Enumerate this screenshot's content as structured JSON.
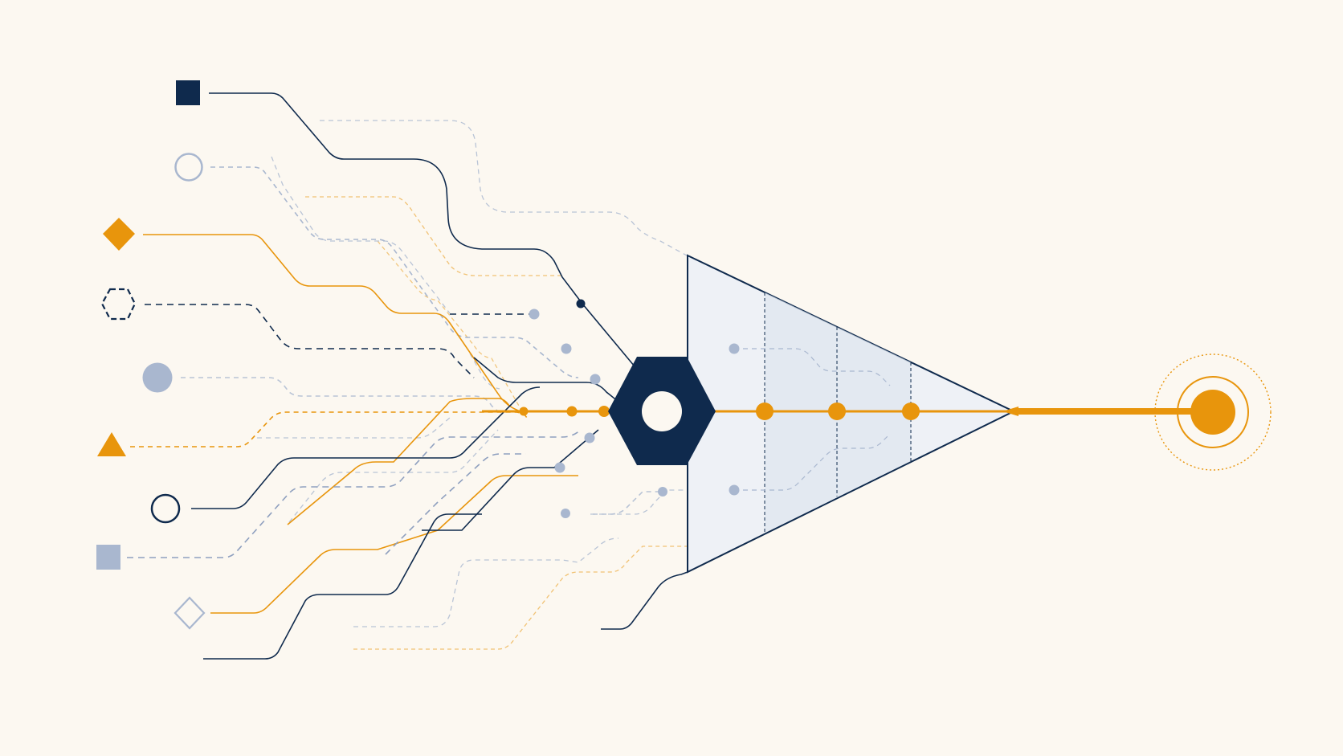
{
  "colors": {
    "background": "#fcf8f1",
    "navy": "#0f2a4d",
    "orange": "#e8950c",
    "light_blue": "#a9b7cf",
    "pale_blue": "#b9c4d6",
    "funnel_fill": "#eef1f6",
    "funnel_band": "#dfe5ef"
  },
  "inputs": [
    {
      "icon": "filled-square-icon",
      "color": "navy"
    },
    {
      "icon": "outline-circle-icon",
      "color": "light_blue"
    },
    {
      "icon": "filled-diamond-icon",
      "color": "orange"
    },
    {
      "icon": "dashed-hexagon-icon",
      "color": "navy"
    },
    {
      "icon": "filled-circle-icon",
      "color": "light_blue"
    },
    {
      "icon": "filled-triangle-icon",
      "color": "orange"
    },
    {
      "icon": "outline-circle-icon",
      "color": "navy"
    },
    {
      "icon": "filled-square-icon",
      "color": "light_blue"
    },
    {
      "icon": "outline-diamond-icon",
      "color": "light_blue"
    }
  ],
  "hub": {
    "icon": "hexagon-hub-icon",
    "color": "navy"
  },
  "funnel": {
    "icon": "funnel-triangle-icon",
    "stages": 3
  },
  "output": {
    "icon": "target-output-icon",
    "color": "orange"
  }
}
